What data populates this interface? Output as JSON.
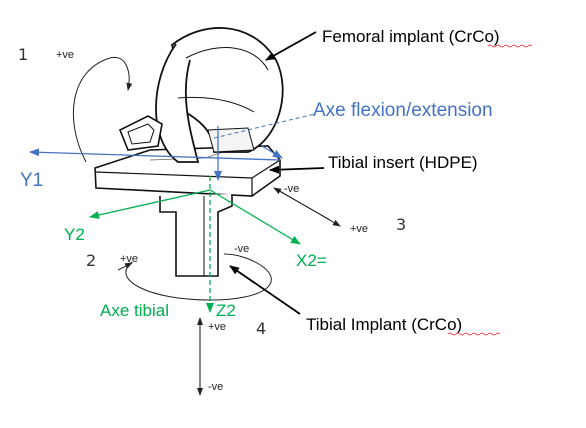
{
  "labels": {
    "femoral_implant": "Femoral implant (CrCo)",
    "tibial_insert": "Tibial insert (HDPE)",
    "tibial_implant": "Tibial Implant (CrCo)",
    "axe_flexion": "Axe flexion/extension",
    "axe_tibial": "Axe tibial",
    "y1": "Y1",
    "y2": "Y2",
    "x2": "X2=",
    "z2": "Z2"
  },
  "markers": {
    "n1": "1",
    "n2": "2",
    "n3": "3",
    "n4": "4",
    "pos1": "+ve",
    "pos2": "+ve",
    "neg2": "-ve",
    "neg3": "-ve",
    "pos3": "+ve",
    "pos4": "+ve",
    "neg4": "-ve"
  },
  "colors": {
    "blue": "#4472c4",
    "green": "#00b050",
    "black": "#000000"
  }
}
